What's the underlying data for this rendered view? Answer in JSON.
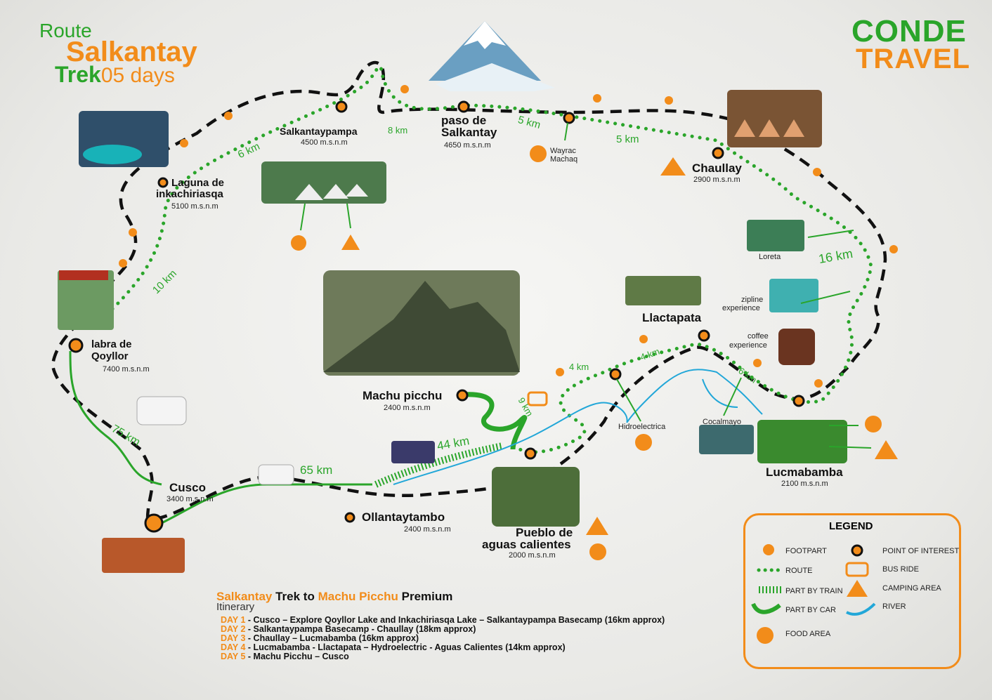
{
  "title": {
    "line1": "Route",
    "line2": "Salkantay",
    "line3_bold": "Trek",
    "line3_rest": "05 days"
  },
  "logo": {
    "line1": "CONDE",
    "line2": "TRAVEL"
  },
  "places": {
    "salkantaypampa": {
      "name": "Salkantaypampa",
      "alt": "4500 m.s.n.m"
    },
    "paso": {
      "name1": "paso de",
      "name2": "Salkantay",
      "alt": "4650 m.s.n.m"
    },
    "wayrac": {
      "name1": "Wayrac",
      "name2": "Machaq"
    },
    "chaullay": {
      "name": "Chaullay",
      "alt": "2900 m.s.n.m"
    },
    "laguna": {
      "name1": "Laguna de",
      "name2": "inkachiriasqa",
      "alt": "5100 m.s.n.m"
    },
    "labra": {
      "name1": "labra de",
      "name2": "Qoyllor",
      "alt": "7400 m.s.n.m"
    },
    "loreta": {
      "name": "Loreta"
    },
    "zipline": {
      "name1": "zipline",
      "name2": "experience"
    },
    "coffee": {
      "name1": "coffee",
      "name2": "experience"
    },
    "llactapata": {
      "name": "Llactapata"
    },
    "machu": {
      "name": "Machu picchu",
      "alt": "2400 m.s.n.m"
    },
    "hidro": {
      "name": "Hidroelectrica"
    },
    "cocalmayo": {
      "name": "Cocalmayo"
    },
    "lucmabamba": {
      "name": "Lucmabamba",
      "alt": "2100 m.s.n.m"
    },
    "cusco": {
      "name": "Cusco",
      "alt": "3400 m.s.n.m"
    },
    "ollantaytambo": {
      "name": "Ollantaytambo",
      "alt": "2400 m.s.n.m"
    },
    "aguas": {
      "name1": "Pueblo de",
      "name2": "aguas calientes",
      "alt": "2000 m.s.n.m"
    }
  },
  "distances": {
    "d6": "6 km",
    "d8": "8 km",
    "d5a": "5 km",
    "d5b": "5 km",
    "d10": "10 km",
    "d16": "16 km",
    "d4a": "4 km",
    "d4b": "4 km",
    "d6b": "6 km",
    "d9": "9 km",
    "d44": "44 km",
    "d65": "65 km",
    "d75": "75 km"
  },
  "legend": {
    "title": "LEGEND",
    "footpart": "FOOTPART",
    "poi": "POINT OF INTEREST",
    "route": "ROUTE",
    "bus": "BUS RIDE",
    "train": "PART BY TRAIN",
    "camping": "CAMPING AREA",
    "car": "PART BY CAR",
    "river": "RIVER",
    "food": "FOOD AREA"
  },
  "itinerary": {
    "h1": "Salkantay",
    "h2": " Trek to ",
    "h3": "Machu Picchu",
    "h4": " Premium",
    "sub": "Itinerary",
    "days": [
      {
        "day": "DAY 1",
        "text": " - Cusco – Explore Qoyllor Lake and Inkachiriasqa Lake – Salkantaypampa Basecamp (16km approx)"
      },
      {
        "day": "DAY 2",
        "text": " - Salkantaypampa Basecamp - Chaullay (18km approx)"
      },
      {
        "day": "DAY 3",
        "text": " - Chaullay – Lucmabamba (16km approx)"
      },
      {
        "day": "DAY 4",
        "text": " - Lucmabamba - Llactapata – Hydroelectric - Aguas Calientes (14km approx)"
      },
      {
        "day": "DAY 5",
        "text": " - Machu Picchu – Cusco"
      }
    ]
  },
  "colors": {
    "orange": "#f28c1a",
    "green": "#2aa52a",
    "river": "#22a7d8"
  }
}
